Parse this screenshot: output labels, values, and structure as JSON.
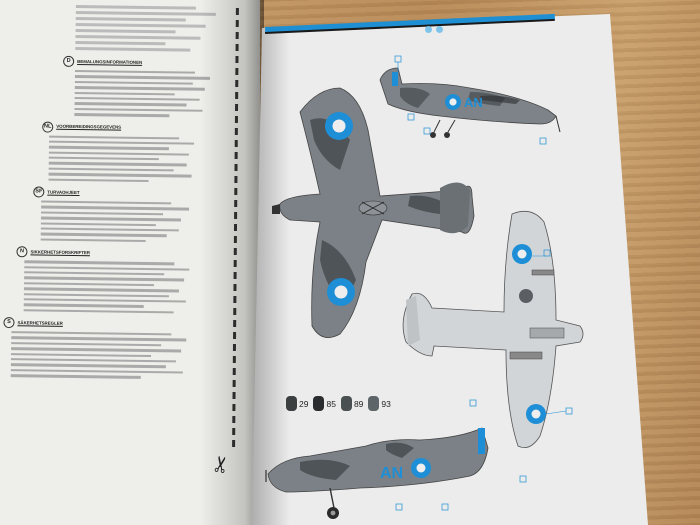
{
  "left_page": {
    "sections": [
      {
        "tag": "D",
        "heading": "BEMALUNGSINFORMATIONEN"
      },
      {
        "tag": "NL",
        "heading": "VOORBEREIDINGSGEGEVENS"
      },
      {
        "tag": "SF",
        "heading": "TURVAOHJEET"
      },
      {
        "tag": "N",
        "heading": "SIKKERHETSFORSKRIFTER"
      },
      {
        "tag": "S",
        "heading": "SÄKERHETSREGLER"
      }
    ]
  },
  "right_page": {
    "paints": [
      {
        "number": "29",
        "color": "#3b3f40"
      },
      {
        "number": "85",
        "color": "#2a2c2d"
      },
      {
        "number": "89",
        "color": "#4a4f52"
      },
      {
        "number": "93",
        "color": "#5d6568"
      }
    ],
    "aircraft_codes": {
      "top_side": "AN",
      "bottom_side": "AN"
    },
    "colors": {
      "roundel_blue": "#1e8fd6",
      "camo_dark": "#5a5f63",
      "camo_light": "#8d9296",
      "underside": "#d4d7da",
      "accent_bar": "#1f8fd4"
    }
  }
}
